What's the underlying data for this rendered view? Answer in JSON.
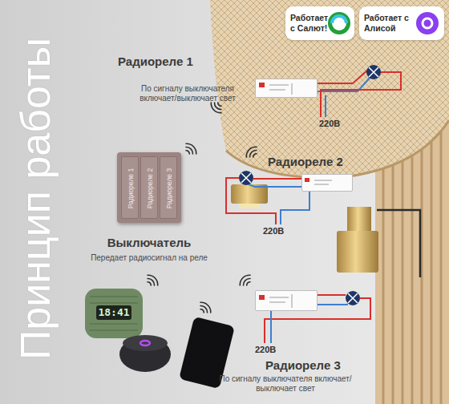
{
  "diagram": {
    "title": "Принцип работы",
    "nodes": [
      {
        "text": [
          "Работает с Салют!"
        ]
      },
      {
        "text": [
          "Работает с Алисой"
        ]
      },
      {
        "text": [
          "Радиореле 1",
          "По сигналу выключателя включает/выключает свет"
        ]
      },
      {
        "text": [
          "Выключатель",
          "Передает радиосигнал на реле"
        ]
      },
      {
        "text": [
          "Радиореле 1"
        ],
        "in": 3
      },
      {
        "text": [
          "Радиореле 2"
        ],
        "in": 3
      },
      {
        "text": [
          "Радиореле 3"
        ],
        "in": 3
      },
      {
        "text": [
          "Радиореле 2"
        ]
      },
      {
        "text": [
          "18:41"
        ]
      },
      {
        "text": [
          "Радиореле 3",
          "По сигналу выключателя включает/выключает свет"
        ]
      }
    ],
    "labels": [
      "220В",
      "220В",
      "220В"
    ]
  }
}
